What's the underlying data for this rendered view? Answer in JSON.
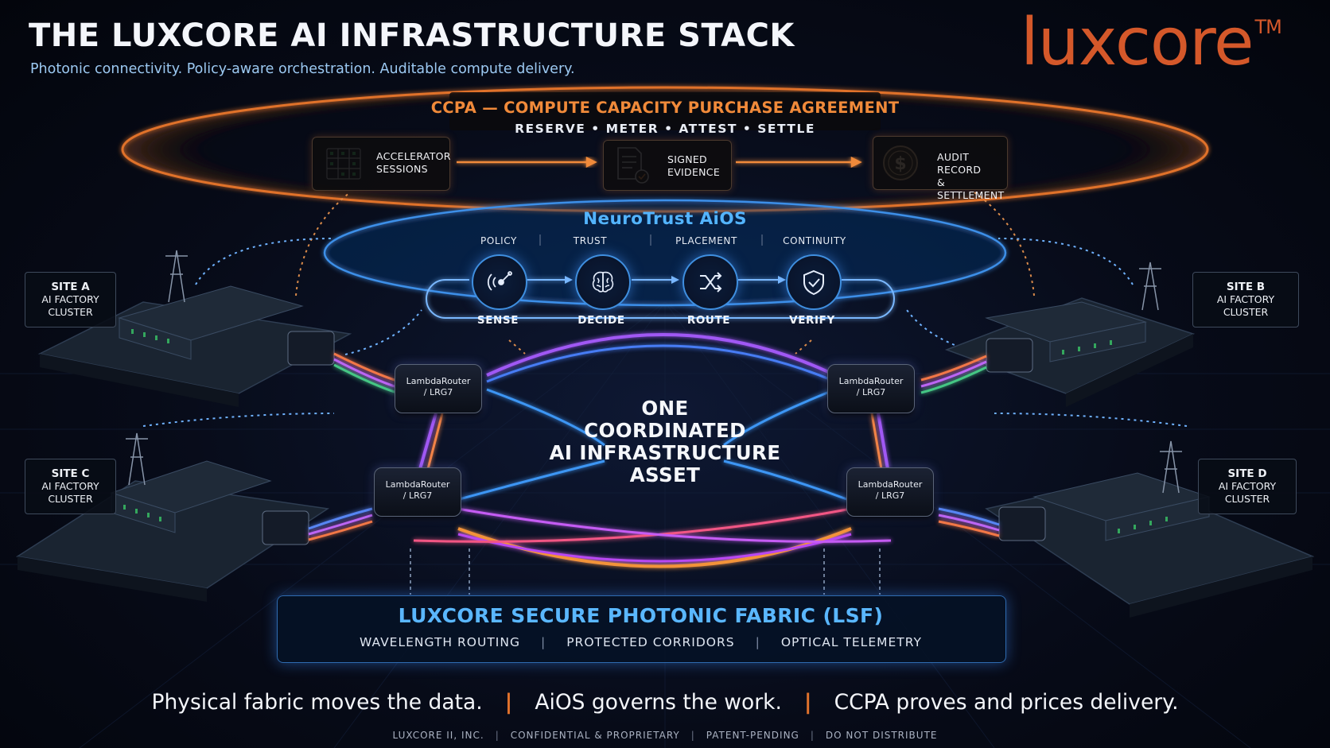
{
  "header": {
    "title": "THE LUXCORE AI INFRASTRUCTURE STACK",
    "subtitle": "Photonic connectivity. Policy-aware orchestration. Auditable compute delivery.",
    "brand": "luxcore",
    "brand_mark": "TM"
  },
  "ccpa": {
    "title": "CCPA — COMPUTE CAPACITY PURCHASE AGREEMENT",
    "steps": "RESERVE • METER • ATTEST • SETTLE",
    "boxes": [
      {
        "line1": "ACCELERATOR",
        "line2": "SESSIONS",
        "icon": "server-rack-icon"
      },
      {
        "line1": "SIGNED",
        "line2": "EVIDENCE",
        "icon": "signed-document-icon"
      },
      {
        "line1": "AUDIT RECORD",
        "line2": "& SETTLEMENT",
        "icon": "dollar-coin-icon"
      }
    ]
  },
  "aios": {
    "title": "NeuroTrust AiOS",
    "categories": [
      "POLICY",
      "TRUST",
      "PLACEMENT",
      "CONTINUITY"
    ],
    "steps": [
      {
        "label": "SENSE",
        "icon": "signal-sensor-icon"
      },
      {
        "label": "DECIDE",
        "icon": "brain-icon"
      },
      {
        "label": "ROUTE",
        "icon": "route-shuffle-icon"
      },
      {
        "label": "VERIFY",
        "icon": "shield-check-icon"
      }
    ]
  },
  "sites": [
    {
      "name": "SITE A",
      "line1": "AI FACTORY",
      "line2": "CLUSTER"
    },
    {
      "name": "SITE B",
      "line1": "AI FACTORY",
      "line2": "CLUSTER"
    },
    {
      "name": "SITE C",
      "line1": "AI FACTORY",
      "line2": "CLUSTER"
    },
    {
      "name": "SITE D",
      "line1": "AI FACTORY",
      "line2": "CLUSTER"
    }
  ],
  "routers": [
    {
      "line1": "LambdaRouter",
      "line2": "/ LRG7"
    },
    {
      "line1": "LambdaRouter",
      "line2": "/ LRG7"
    },
    {
      "line1": "LambdaRouter",
      "line2": "/ LRG7"
    },
    {
      "line1": "LambdaRouter",
      "line2": "/ LRG7"
    }
  ],
  "center": {
    "line1": "ONE",
    "line2": "COORDINATED",
    "line3": "AI INFRASTRUCTURE",
    "line4": "ASSET"
  },
  "lsf": {
    "title": "LUXCORE SECURE PHOTONIC FABRIC (LSF)",
    "features": [
      "WAVELENGTH ROUTING",
      "PROTECTED CORRIDORS",
      "OPTICAL TELEMETRY"
    ],
    "separator": "|"
  },
  "tagline": {
    "parts": [
      "Physical fabric moves the data.",
      "AiOS governs the work.",
      "CCPA proves and prices delivery."
    ],
    "separator": "|"
  },
  "footer": {
    "items": [
      "LUXCORE II, INC.",
      "CONFIDENTIAL & PROPRIETARY",
      "PATENT-PENDING",
      "DO NOT DISTRIBUTE"
    ],
    "separator": "|"
  },
  "colors": {
    "orange_accent": "#e0722c",
    "blue_accent": "#53b4ff",
    "brand": "#d4582a",
    "background": "#05070f"
  }
}
